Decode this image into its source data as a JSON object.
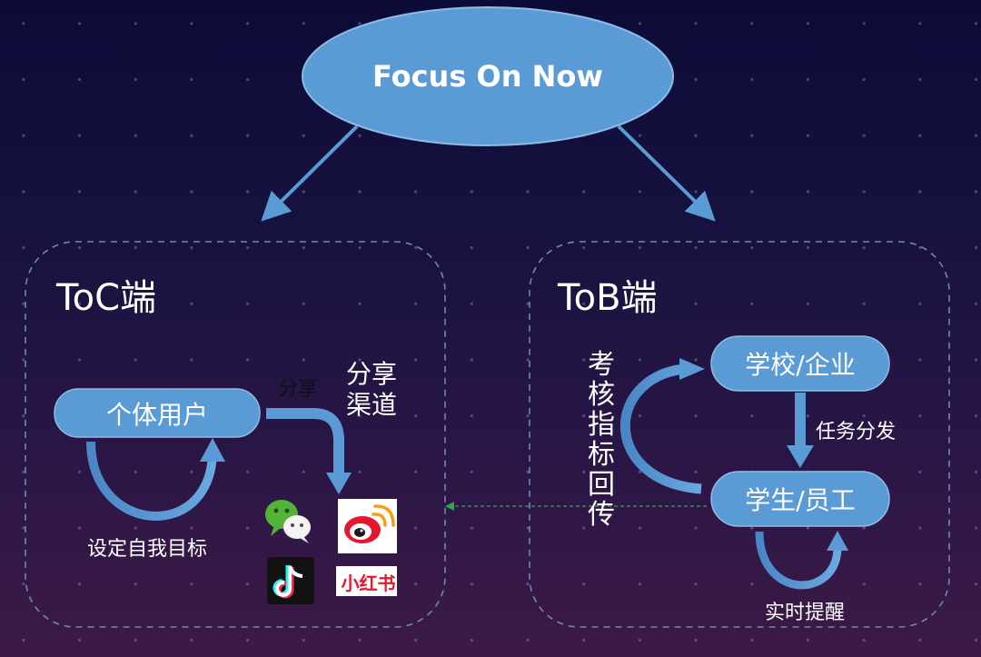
{
  "title": "Focus On Now",
  "toc": {
    "heading": "ToC端",
    "node": "个体用户",
    "loop_label": "设定自我目标",
    "share_label": "分享",
    "channel_label": [
      "分享",
      "渠道"
    ],
    "apps": [
      {
        "name": "wechat",
        "icon": "wechat-icon"
      },
      {
        "name": "weibo",
        "icon": "weibo-icon"
      },
      {
        "name": "douyin",
        "icon": "douyin-icon"
      },
      {
        "name": "xiaohongshu",
        "icon": "xiaohongshu-icon",
        "text": "小红书"
      }
    ]
  },
  "tob": {
    "heading": "ToB端",
    "node_top": "学校/企业",
    "node_bottom": "学生/员工",
    "dispatch_label": "任务分发",
    "return_label": [
      "考",
      "核",
      "指",
      "标",
      "回",
      "传"
    ],
    "reminder_label": "实时提醒"
  },
  "colors": {
    "node_fill": "#5b9bd5",
    "arrow": "#5b9bd5",
    "box_border": "#6a8bb0",
    "dashed_link": "#2ca84a"
  }
}
